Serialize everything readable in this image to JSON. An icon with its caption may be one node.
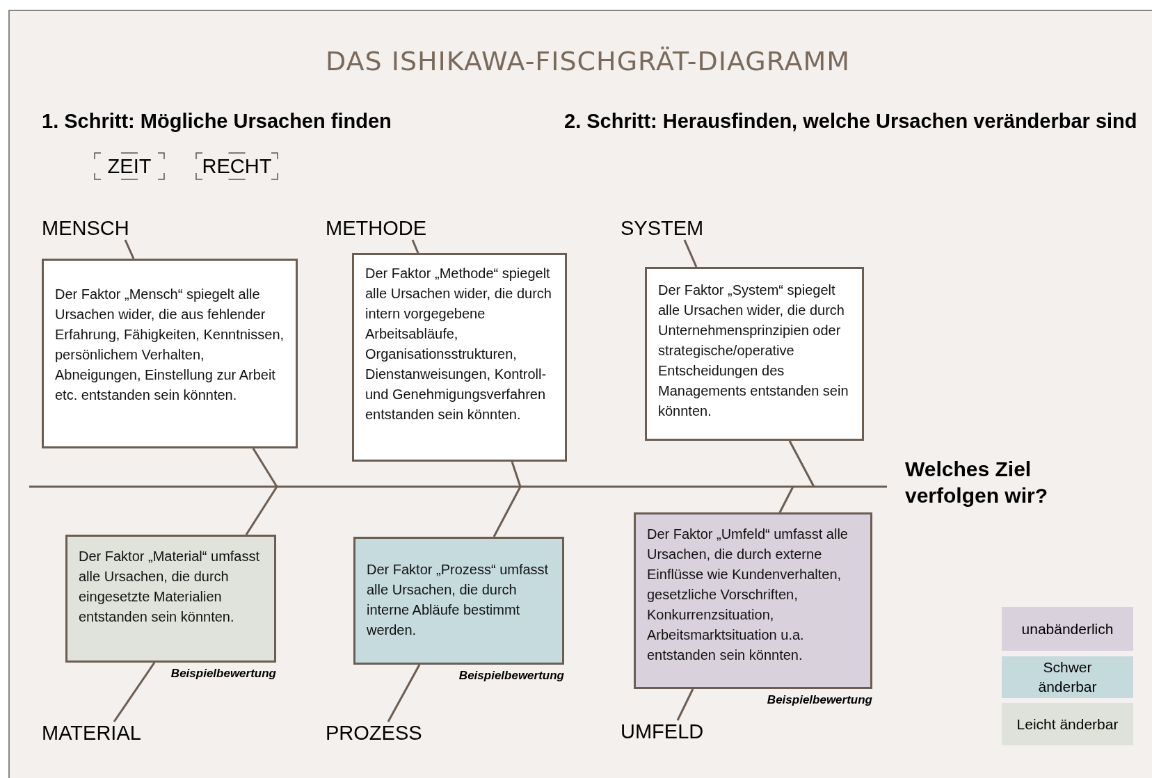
{
  "diagram": {
    "title": "DAS ISHIKAWA-FISCHGRÄT-DIAGRAMM",
    "nodes": [
      {
        "text": [
          "ZEIT"
        ]
      },
      {
        "text": [
          "RECHT"
        ]
      },
      {
        "text": [
          "MENSCH"
        ]
      },
      {
        "text": [
          "METHODE"
        ]
      },
      {
        "text": [
          "SYSTEM"
        ]
      },
      {
        "text": [
          "Der Faktor „Mensch“ spiegelt alle Ursachen wider, die aus fehlender Erfahrung, Fähigkeiten, Kenntnissen, persönlichem Verhalten, Abneigungen, Einstellung zur Arbeit etc. entstanden sein könnten."
        ]
      },
      {
        "text": [
          "Der Faktor „Methode“ spiegelt alle Ursachen wider, die durch intern vorgegebene Arbeitsabläufe, Organisationsstrukturen, Dienstanweisungen, Kontroll- und Genehmigungsverfahren entstanden sein könnten."
        ]
      },
      {
        "text": [
          "Der Faktor „System“ spiegelt alle Ursachen wider, die durch Unternehmensprinzipien oder strategische/operative Entscheidungen des Managements entstanden sein könnten."
        ]
      },
      {
        "text": [
          "Welches Ziel verfolgen wir?"
        ]
      },
      {
        "text": [
          "Der Faktor „Material“ umfasst alle Ursachen, die durch eingesetzte Materialien entstanden sein könnten."
        ],
        "beside": [
          "Beispielbewertung"
        ]
      },
      {
        "text": [
          "Der Faktor „Prozess“ umfasst alle Ursachen, die durch interne Abläufe bestimmt werden."
        ],
        "beside": [
          "Beispielbewertung"
        ]
      },
      {
        "text": [
          "Der Faktor „Umfeld“ umfasst alle Ursachen, die durch externe Einflüsse wie Kundenverhalten, gesetzliche Vorschriften, Konkurrenzsituation, Arbeitsmarktsituation u.a. entstanden sein könnten."
        ],
        "beside": [
          "Beispielbewertung"
        ]
      },
      {
        "text": [
          "MATERIAL"
        ]
      },
      {
        "text": [
          "PROZESS"
        ]
      },
      {
        "text": [
          "UMFELD"
        ]
      }
    ],
    "edges": [
      {
        "from": 2,
        "to": 5,
        "arrow": "none"
      },
      {
        "from": 3,
        "to": 6,
        "arrow": "none"
      },
      {
        "from": 4,
        "to": 7,
        "arrow": "none"
      },
      {
        "from": 5,
        "to": null,
        "arrow": "none"
      },
      {
        "from": 6,
        "to": null,
        "arrow": "none"
      },
      {
        "from": 7,
        "to": null,
        "arrow": "none"
      },
      {
        "from": null,
        "to": 8,
        "arrow": "none"
      },
      {
        "from": 9,
        "to": null,
        "arrow": "none"
      },
      {
        "from": 10,
        "to": null,
        "arrow": "none"
      },
      {
        "from": 11,
        "to": null,
        "arrow": "none"
      },
      {
        "from": 12,
        "to": 9,
        "arrow": "none"
      },
      {
        "from": 13,
        "to": 10,
        "arrow": "none"
      },
      {
        "from": 14,
        "to": 11,
        "arrow": "none"
      }
    ],
    "labels": [
      "1. Schritt: Mögliche Ursachen finden",
      "2. Schritt: Herausfinden, welche Ursachen veränderbar sind"
    ],
    "legend": [
      {
        "text": "unabänderlich",
        "color": "#d9d1dc"
      },
      {
        "text": "Schwer änderbar",
        "color": "#c5dadc"
      },
      {
        "text": "Leicht änderbar",
        "color": "#dfe2db"
      }
    ]
  }
}
